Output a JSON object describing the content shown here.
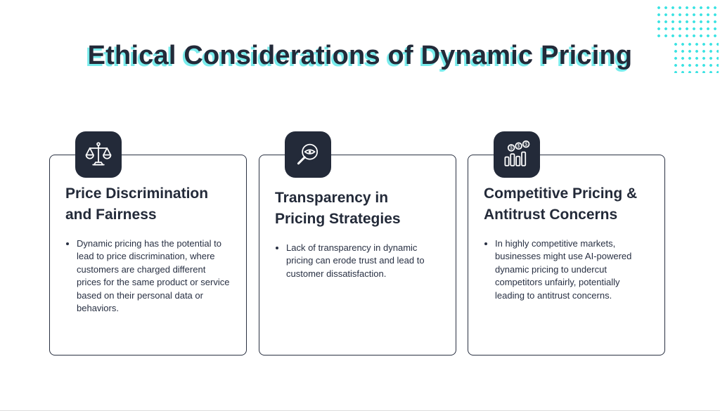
{
  "slide": {
    "title": "Ethical Considerations of Dynamic Pricing"
  },
  "decor": {
    "dot_color": "#3CE3E3",
    "title_shadow_color": "#79ECEC",
    "ink_color": "#232A39",
    "card_border_color": "#2A3142"
  },
  "cards": [
    {
      "icon": "balance-scale-icon",
      "title": "Price Discrimination and Fairness",
      "bullets": [
        "Dynamic pricing has the potential to lead to price discrimination, where customers are charged different prices for the same product or service based on their personal data or behaviors."
      ]
    },
    {
      "icon": "magnifier-eye-icon",
      "title": "Transparency in Pricing Strategies",
      "bullets": [
        "Lack of transparency in dynamic pricing can erode trust and lead to customer dissatisfaction."
      ]
    },
    {
      "icon": "bar-chart-coins-icon",
      "title": "Competitive Pricing & Antitrust Concerns",
      "bullets": [
        "In highly competitive markets, businesses might use AI-powered dynamic pricing to undercut competitors unfairly, potentially leading to antitrust concerns."
      ]
    }
  ]
}
